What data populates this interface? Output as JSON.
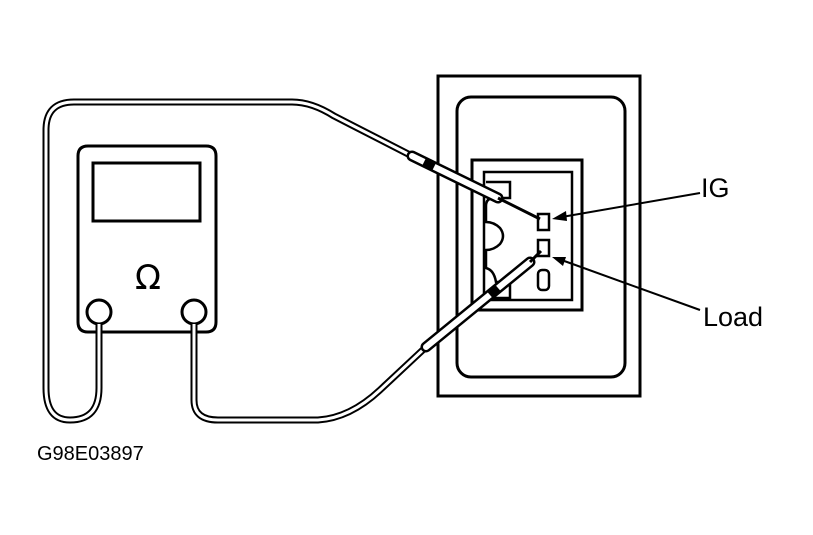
{
  "labels": {
    "ig": "IG",
    "load": "Load",
    "meter_symbol": "Ω",
    "figure_code": "G98E03897"
  },
  "colors": {
    "ink": "#000000",
    "paper": "#ffffff"
  },
  "icons": {
    "meter": "ohmmeter-icon",
    "probe": "test-probe-icon"
  }
}
